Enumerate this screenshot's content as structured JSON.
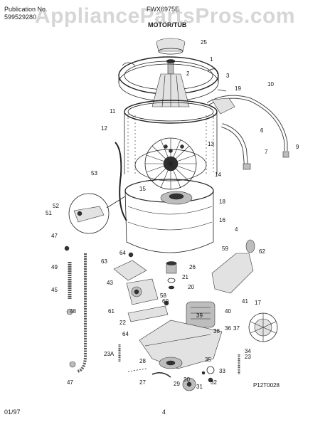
{
  "header": {
    "pub_label": "Publication No.",
    "pub_number": "599529280",
    "model": "FWX6975E",
    "section": "MOTOR/TUB"
  },
  "watermark": "AppliancePartsPros.com",
  "diagram_code": "P12T0028",
  "footer": {
    "date": "01/97",
    "page": "4"
  },
  "part_labels": [
    "25",
    "1",
    "2",
    "3",
    "10",
    "19",
    "11",
    "12",
    "13",
    "6",
    "7",
    "9",
    "53",
    "14",
    "15",
    "18",
    "16",
    "52",
    "51",
    "4",
    "47",
    "59",
    "62",
    "64",
    "63",
    "26",
    "49",
    "45",
    "21",
    "20",
    "43",
    "58",
    "41",
    "17",
    "60",
    "61",
    "22",
    "40",
    "48",
    "64",
    "39",
    "38",
    "36",
    "37",
    "34",
    "23A",
    "28",
    "30",
    "35",
    "33",
    "23",
    "27",
    "29",
    "31",
    "32",
    "47"
  ]
}
